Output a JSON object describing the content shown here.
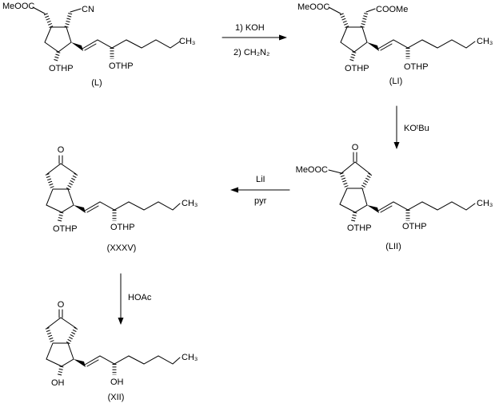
{
  "colors": {
    "ink": "#000000",
    "background": "#ffffff"
  },
  "structures": {
    "L": {
      "label": "(L)",
      "ester": "MeOOC",
      "nitrile": "CN",
      "ring_group": "OTHP",
      "chain_group": "OTHP",
      "chain_end": "CH₃"
    },
    "LI": {
      "label": "(LI)",
      "ester_left": "MeOOC",
      "ester_right": "COOMe",
      "ring_group": "OTHP",
      "chain_group": "OTHP",
      "chain_end": "CH₃"
    },
    "LII": {
      "label": "(LII)",
      "ketone": "O",
      "ester": "MeOOC",
      "ring_group": "OTHP",
      "chain_group": "OTHP",
      "chain_end": "CH₃"
    },
    "XXXV": {
      "label": "(XXXV)",
      "ketone": "O",
      "ring_group": "OTHP",
      "chain_group": "OTHP",
      "chain_end": "CH₃"
    },
    "XII": {
      "label": "(XII)",
      "ketone": "O",
      "ring_group": "OH",
      "chain_group": "OH",
      "chain_end": "CH₃"
    }
  },
  "arrows": {
    "step1": {
      "reagent_line1": "1) KOH",
      "reagent_line2": "2) CH₂N₂"
    },
    "step2": {
      "reagent_line1": "KOᵗBu"
    },
    "step3": {
      "reagent_line1": "LiI",
      "reagent_line2": "pyr"
    },
    "step4": {
      "reagent_line1": "HOAc"
    }
  }
}
